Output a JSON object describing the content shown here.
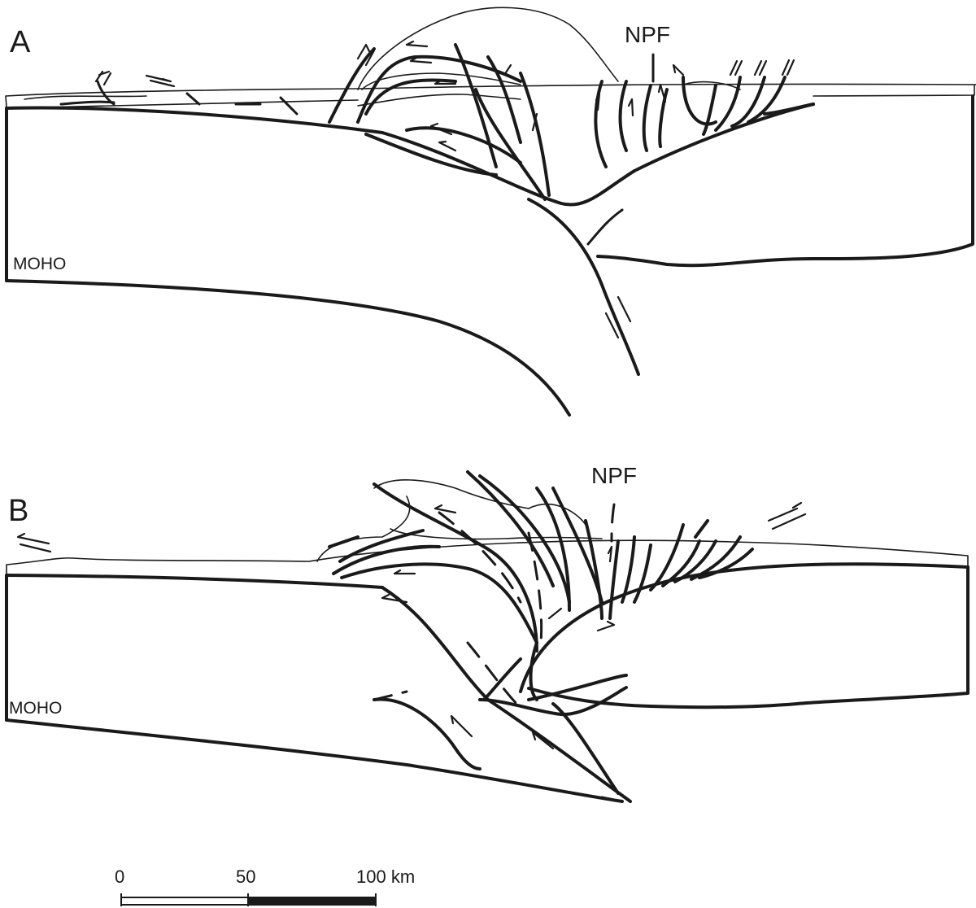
{
  "panel_a": {
    "label": "A",
    "fault_label": "NPF",
    "moho_label": "MOHO"
  },
  "panel_b": {
    "label": "B",
    "fault_label": "NPF",
    "moho_label": "MOHO"
  },
  "scale_bar": {
    "tick_0": "0",
    "tick_50": "50",
    "tick_100": "100 km",
    "max_value_km": 100
  },
  "colors": {
    "ink": "#1a1a1a",
    "background": "#ffffff"
  }
}
